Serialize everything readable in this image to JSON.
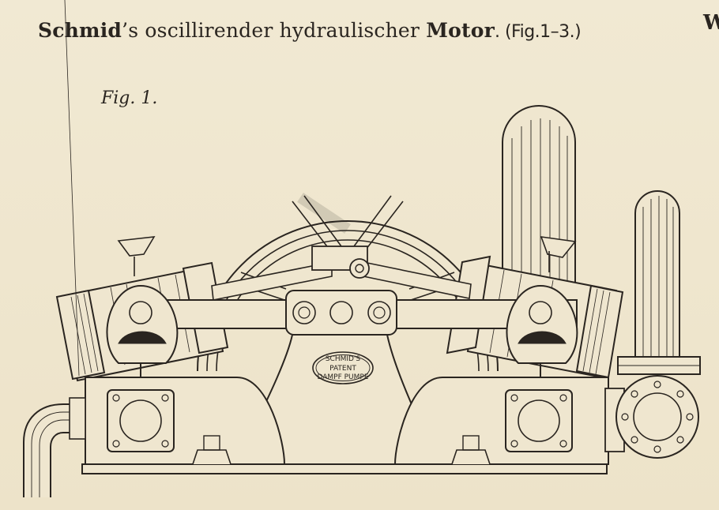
{
  "title": {
    "name_bold": "Schmid",
    "rest": "’s oscillirender hydraulischer ",
    "motor_bold": "Motor",
    "fig_ref": ". (Fig.1–3.)"
  },
  "corner_letter": "W",
  "figure_label": "Fig. 1.",
  "nameplate": {
    "line1": "SCHMID'S",
    "line2": "PATENT",
    "line3": "DAMPF PUMPE"
  },
  "colors": {
    "paper": "#efe6cf",
    "ink": "#2a2520"
  }
}
